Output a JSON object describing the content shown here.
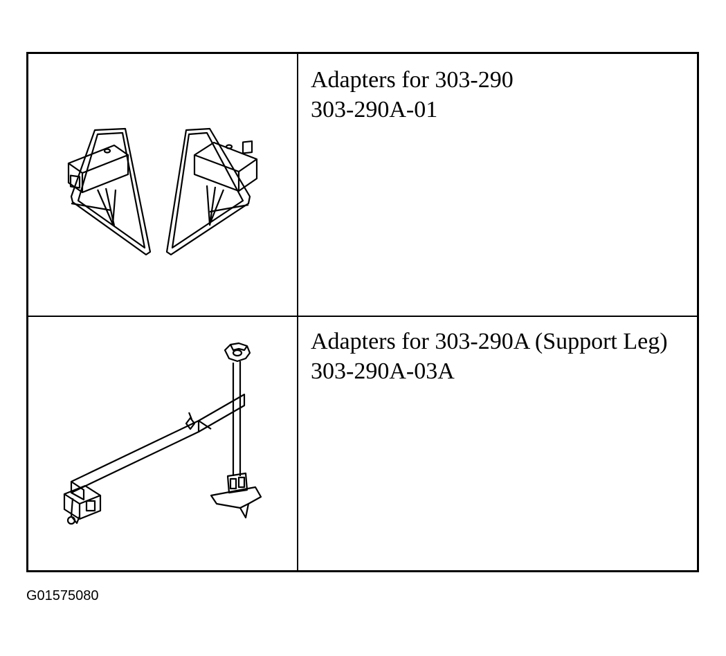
{
  "rows": [
    {
      "title": "Adapters for 303-290",
      "part_number": "303-290A-01",
      "image": "adapter-brackets-illustration"
    },
    {
      "title": "Adapters for 303-290A (Support Leg)",
      "part_number": "303-290A-03A",
      "image": "support-leg-adapter-illustration"
    }
  ],
  "figure_id": "G01575080"
}
